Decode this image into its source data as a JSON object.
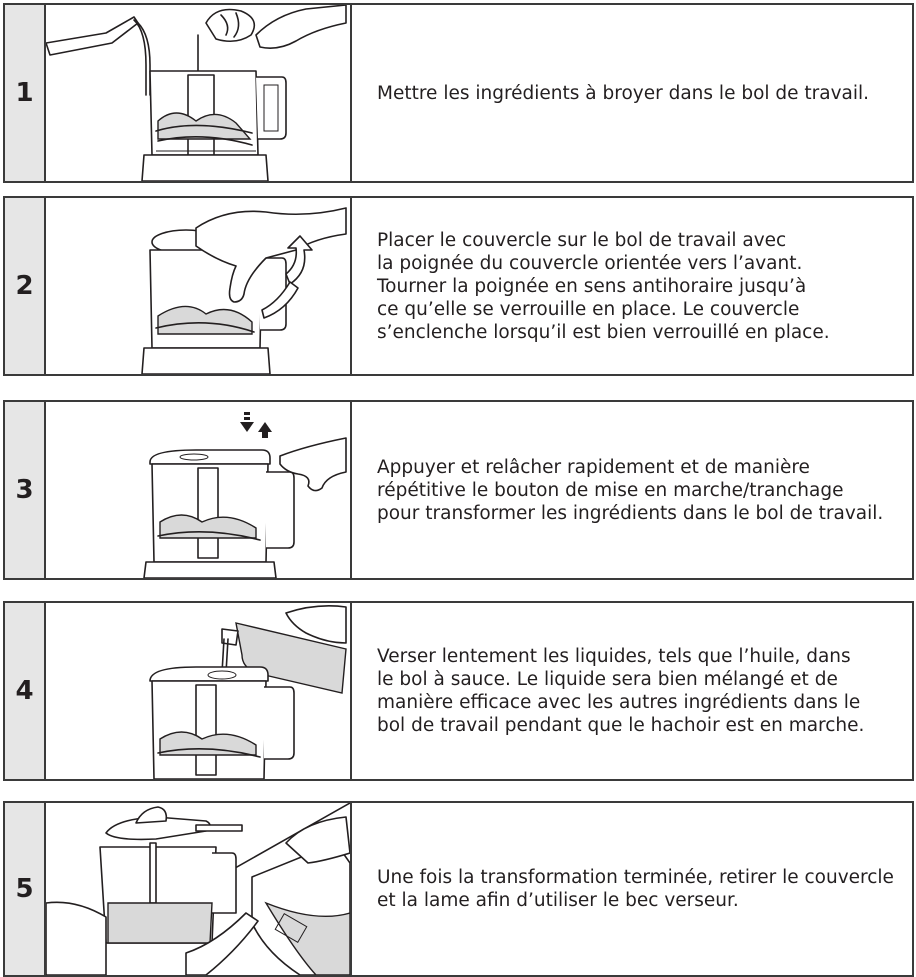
{
  "steps": [
    {
      "number": "1",
      "text": "Mettre les ingrédients à broyer dans le bol de travail."
    },
    {
      "number": "2",
      "text": "Placer le couvercle sur le bol de travail avec\nla poignée du couvercle orientée vers l’avant.\nTourner la poignée en sens antihoraire jusqu’à\nce qu’elle se verrouille en place. Le couvercle\ns’enclenche lorsqu’il est bien verrouillé en place."
    },
    {
      "number": "3",
      "text": "Appuyer et relâcher rapidement et de manière\nrépétitive le bouton de mise en marche/tranchage\npour transformer les ingrédients dans le bol de travail."
    },
    {
      "number": "4",
      "text": "Verser lentement les liquides, tels que l’huile, dans\nle bol à sauce. Le liquide sera bien mélangé et de\nmanière efficace avec les autres ingrédients dans le\nbol de travail pendant que le hachoir est en marche."
    },
    {
      "number": "5",
      "text": "Une fois la transformation terminée, retirer le couvercle\net la lame afin d’utiliser le bec verseur."
    }
  ]
}
